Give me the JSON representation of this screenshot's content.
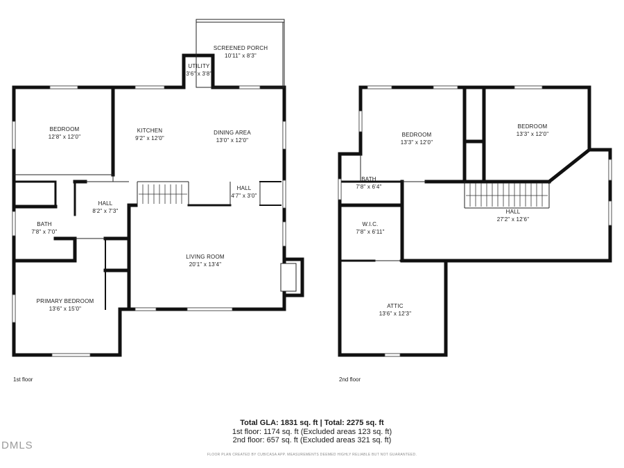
{
  "floors": [
    {
      "label": "1st floor",
      "rooms": [
        {
          "id": "screened-porch",
          "name": "SCREENED PORCH",
          "dims": "10'11\" x 8'3\""
        },
        {
          "id": "utility",
          "name": "UTILITY",
          "dims": "3'6\" x 3'8\""
        },
        {
          "id": "bedroom",
          "name": "BEDROOM",
          "dims": "12'8\" x 12'0\""
        },
        {
          "id": "kitchen",
          "name": "KITCHEN",
          "dims": "9'2\" x 12'0\""
        },
        {
          "id": "dining-area",
          "name": "DINING AREA",
          "dims": "13'0\" x 12'0\""
        },
        {
          "id": "hall-a",
          "name": "HALL",
          "dims": "4'7\" x 3'0\""
        },
        {
          "id": "hall-b",
          "name": "HALL",
          "dims": "8'2\" x 7'3\""
        },
        {
          "id": "bath",
          "name": "BATH",
          "dims": "7'8\" x 7'0\""
        },
        {
          "id": "living-room",
          "name": "LIVING ROOM",
          "dims": "20'1\" x 13'4\""
        },
        {
          "id": "primary-bedroom",
          "name": "PRIMARY BEDROOM",
          "dims": "13'6\" x 15'0\""
        }
      ]
    },
    {
      "label": "2nd floor",
      "rooms": [
        {
          "id": "bedroom-a",
          "name": "BEDROOM",
          "dims": "13'3\" x 12'0\""
        },
        {
          "id": "bedroom-b",
          "name": "BEDROOM",
          "dims": "13'3\" x 12'0\""
        },
        {
          "id": "bath",
          "name": "BATH",
          "dims": "7'8\" x 6'4\""
        },
        {
          "id": "hall",
          "name": "HALL",
          "dims": "27'2\" x 12'6\""
        },
        {
          "id": "wic",
          "name": "W.I.C.",
          "dims": "7'8\" x 6'11\""
        },
        {
          "id": "attic",
          "name": "ATTIC",
          "dims": "13'6\" x 12'3\""
        }
      ]
    }
  ],
  "summary": {
    "total": "Total GLA: 1831 sq. ft | Total: 2275 sq. ft",
    "first": "1st floor: 1174 sq. ft (Excluded areas 123 sq. ft)",
    "second": "2nd floor: 657 sq. ft (Excluded areas 321 sq. ft)"
  },
  "disclaimer": "FLOOR PLAN CREATED BY CUBICASA APP. MEASUREMENTS DEEMED HIGHLY RELIABLE BUT NOT GUARANTEED.",
  "logo": "DMLS"
}
